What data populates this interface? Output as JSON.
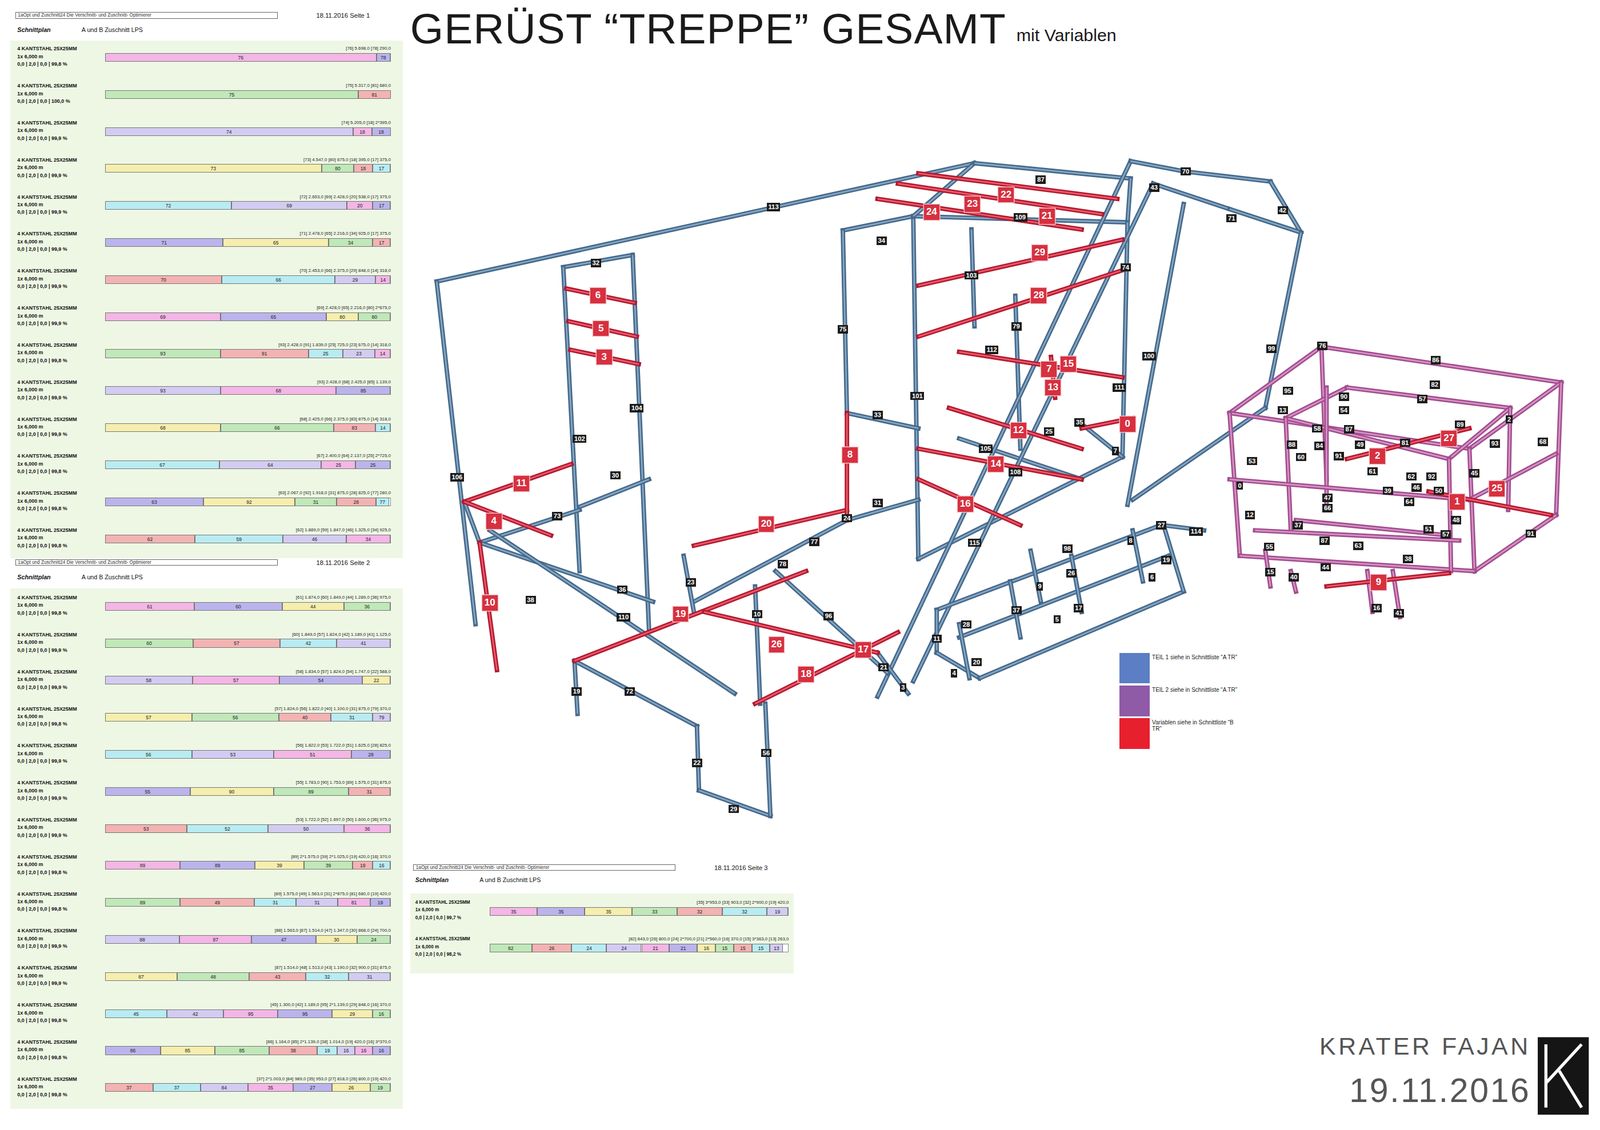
{
  "diagram": {
    "title": "GERÜST “TREPPE” GESAMT",
    "labels": [
      "mit Variablen",
      "1aOpt und Zuschnitt24 Die Verschnitt- und Zuschnitt- Optimierer",
      "18.11.2016 Seite 1",
      "Schnittplan",
      "A und B Zuschnitt LPS",
      "4 KANTSTAHL 25X25MM",
      "1x 6,000 m",
      "0,0 | 2,0 | 0,0 | 99,8 %",
      "[76] 5.698,0 [78] 290,0",
      "76",
      "78",
      "4 KANTSTAHL 25X25MM",
      "1x 6,000 m",
      "0,0 | 2,0 | 0,0 | 100,0 %",
      "[75] 5.317,0 [81] 680,0",
      "75",
      "81",
      "4 KANTSTAHL 25X25MM",
      "1x 6,000 m",
      "0,0 | 2,0 | 0,0 | 99,9 %",
      "[74] 5.205,0 [18] 2*395,0",
      "74",
      "18",
      "18",
      "4 KANTSTAHL 25X25MM",
      "2x 6,000 m",
      "0,0 | 2,0 | 0,0 | 99,9 %",
      "[73] 4.547,0 [80] 675,0 [18] 395,0 [17] 375,0",
      "73",
      "80",
      "18",
      "17",
      "4 KANTSTAHL 25X25MM",
      "1x 6,000 m",
      "0,0 | 2,0 | 0,0 | 99,9 %",
      "[72] 2.653,0 [69] 2.428,0 [20] 538,0 [17] 375,0",
      "72",
      "69",
      "20",
      "17",
      "4 KANTSTAHL 25X25MM",
      "1x 6,000 m",
      "0,0 | 2,0 | 0,0 | 99,9 %",
      "[71] 2.478,0 [65] 2.216,0 [34] 925,0 [17] 375,0",
      "71",
      "65",
      "34",
      "17",
      "4 KANTSTAHL 25X25MM",
      "1x 6,000 m",
      "0,0 | 2,0 | 0,0 | 99,9 %",
      "[70] 2.453,0 [66] 2.375,0 [29] 848,0 [14] 318,0",
      "70",
      "66",
      "29",
      "14",
      "4 KANTSTAHL 25X25MM",
      "1x 6,000 m",
      "0,0 | 2,0 | 0,0 | 99,9 %",
      "[69] 2.428,0 [65] 2.216,0 [80] 2*675,0",
      "69",
      "65",
      "80",
      "80",
      "4 KANTSTAHL 25X25MM",
      "1x 6,000 m",
      "0,0 | 2,0 | 0,0 | 99,8 %",
      "[93] 2.428,0 [91] 1.839,0 [25] 725,0 [23] 675,0 [14] 318,0",
      "93",
      "91",
      "25",
      "23",
      "14",
      "4 KANTSTAHL 25X25MM",
      "1x 6,000 m",
      "0,0 | 2,0 | 0,0 | 99,9 %",
      "[93] 2.428,0 [68] 2.425,0 [85] 1.139,0",
      "93",
      "68",
      "85",
      "4 KANTSTAHL 25X25MM",
      "1x 6,000 m",
      "0,0 | 2,0 | 0,0 | 99,9 %",
      "[68] 2.425,0 [66] 2.375,0 [83] 875,0 [14] 318,0",
      "68",
      "66",
      "83",
      "14",
      "4 KANTSTAHL 25X25MM",
      "1x 6,000 m",
      "0,0 | 2,0 | 0,0 | 99,8 %",
      "[67] 2.400,0 [64] 2.137,0 [25] 2*725,0",
      "67",
      "64",
      "25",
      "25",
      "4 KANTSTAHL 25X25MM",
      "1x 6,000 m",
      "0,0 | 2,0 | 0,0 | 99,8 %",
      "[63] 2.067,0 [92] 1.918,0 [31] 875,0 [28] 825,0 [77] 280,0",
      "63",
      "92",
      "31",
      "28",
      "77",
      "4 KANTSTAHL 25X25MM",
      "1x 6,000 m",
      "0,0 | 2,0 | 0,0 | 99,8 %",
      "[62] 1.889,0 [59] 1.847,0 [46] 1.325,0 [34] 925,0",
      "62",
      "59",
      "46",
      "34",
      "1aOpt und Zuschnitt24 Die Verschnitt- und Zuschnitt- Optimierer",
      "18.11.2016 Seite 2",
      "Schnittplan",
      "A und B Zuschnitt LPS",
      "4 KANTSTAHL 25X25MM",
      "1x 6,000 m",
      "0,0 | 2,0 | 0,0 | 99,8 %",
      "[61] 1.874,0 [60] 1.849,0 [44] 1.289,0 [36] 975,0",
      "61",
      "60",
      "44",
      "36",
      "4 KANTSTAHL 25X25MM",
      "1x 6,000 m",
      "0,0 | 2,0 | 0,0 | 99,9 %",
      "[60] 1.849,0 [57] 1.824,0 [42] 1.189,0 [41] 1.125,0",
      "60",
      "57",
      "42",
      "41",
      "4 KANTSTAHL 25X25MM",
      "1x 6,000 m",
      "0,0 | 2,0 | 0,0 | 99,9 %",
      "[58] 1.834,0 [57] 1.824,0 [54] 1.747,0 [22] 588,0",
      "58",
      "57",
      "54",
      "22",
      "4 KANTSTAHL 25X25MM",
      "1x 6,000 m",
      "0,0 | 2,0 | 0,0 | 99,8 %",
      "[57] 1.824,0 [56] 1.822,0 [40] 1.100,0 [31] 875,0 [79] 370,0",
      "57",
      "56",
      "40",
      "31",
      "79",
      "4 KANTSTAHL 25X25MM",
      "1x 6,000 m",
      "0,0 | 2,0 | 0,0 | 99,9 %",
      "[56] 1.822,0 [53] 1.722,0 [51] 1.625,0 [28] 825,0",
      "56",
      "53",
      "51",
      "28",
      "4 KANTSTAHL 25X25MM",
      "1x 6,000 m",
      "0,0 | 2,0 | 0,0 | 99,9 %",
      "[55] 1.783,0 [90] 1.753,0 [89] 1.575,0 [31] 875,0",
      "55",
      "90",
      "89",
      "31",
      "4 KANTSTAHL 25X25MM",
      "1x 6,000 m",
      "0,0 | 2,0 | 0,0 | 99,9 %",
      "[53] 1.722,0 [52] 1.697,0 [50] 1.600,0 [36] 975,0",
      "53",
      "52",
      "50",
      "36",
      "4 KANTSTAHL 25X25MM",
      "1x 6,000 m",
      "0,0 | 2,0 | 0,0 | 99,8 %",
      "[89] 2*1.575,0 [39] 2*1.025,0 [19] 420,0 [16] 370,0",
      "89",
      "89",
      "39",
      "39",
      "19",
      "16",
      "4 KANTSTAHL 25X25MM",
      "1x 6,000 m",
      "0,0 | 2,0 | 0,0 | 99,8 %",
      "[89] 1.575,0 [49] 1.563,0 [31] 2*875,0 [81] 680,0 [19] 420,0",
      "89",
      "49",
      "31",
      "31",
      "81",
      "19",
      "4 KANTSTAHL 25X25MM",
      "1x 6,000 m",
      "0,0 | 2,0 | 0,0 | 99,9 %",
      "[88] 1.563,0 [87] 1.514,0 [47] 1.347,0 [30] 868,0 [24] 700,0",
      "88",
      "87",
      "47",
      "30",
      "24",
      "4 KANTSTAHL 25X25MM",
      "1x 6,000 m",
      "0,0 | 2,0 | 0,0 | 99,9 %",
      "[87] 1.514,0 [48] 1.513,0 [43] 1.190,0 [32] 900,0 [31] 875,0",
      "87",
      "48",
      "43",
      "32",
      "31",
      "4 KANTSTAHL 25X25MM",
      "1x 6,000 m",
      "0,0 | 2,0 | 0,0 | 99,8 %",
      "[45] 1.300,0 [42] 1.189,0 [95] 2*1.139,0 [29] 848,0 [16] 370,0",
      "45",
      "42",
      "95",
      "95",
      "29",
      "16",
      "4 KANTSTAHL 25X25MM",
      "1x 6,000 m",
      "0,0 | 2,0 | 0,0 | 99,8 %",
      "[86] 1.164,0 [85] 2*1.139,0 [38] 1.014,0 [19] 420,0 [16] 3*370,0",
      "86",
      "85",
      "85",
      "38",
      "19",
      "16",
      "16",
      "16",
      "4 KANTSTAHL 25X25MM",
      "1x 6,000 m",
      "0,0 | 2,0 | 0,0 | 99,8 %",
      "[37] 2*1.003,0 [84] 989,0 [35] 953,0 [27] 818,0 [26] 800,0 [19] 420,0",
      "37",
      "37",
      "84",
      "35",
      "27",
      "26",
      "19",
      "1aOpt und Zuschnitt24 Die Verschnitt- und Zuschnitt- Optimierer",
      "18.11.2016 Seite 3",
      "Schnittplan",
      "A und B Zuschnitt LPS",
      "4 KANTSTAHL 25X25MM",
      "1x 6,000 m",
      "0,0 | 2,0 | 0,0 | 99,7 %",
      "[35] 3*953,0 [33] 903,0 [32] 2*900,0 [19] 420,0",
      "35",
      "35",
      "35",
      "33",
      "32",
      "32",
      "19",
      "4 KANTSTAHL 25X25MM",
      "1x 6,000 m",
      "0,0 | 2,0 | 0,0 | 98,2 %",
      "[82] 843,0 [26] 800,0 [24] 2*700,0 [21] 2*560,0 [16] 370,0 [15] 3*363,0 [13] 263,0",
      "82",
      "26",
      "24",
      "24",
      "21",
      "21",
      "16",
      "15",
      "15",
      "15",
      "13",
      "113",
      "87",
      "70",
      "43",
      "71",
      "42",
      "109",
      "34",
      "103",
      "74",
      "75",
      "79",
      "112",
      "111",
      "100",
      "99",
      "101",
      "33",
      "35",
      "25",
      "7",
      "105",
      "108",
      "32",
      "104",
      "102",
      "106",
      "30",
      "73",
      "38",
      "36",
      "110",
      "24",
      "31",
      "115",
      "77",
      "78",
      "23",
      "10",
      "96",
      "21",
      "3",
      "19",
      "72",
      "22",
      "56",
      "29",
      "114",
      "27",
      "8",
      "98",
      "19",
      "26",
      "6",
      "9",
      "37",
      "17",
      "5",
      "28",
      "11",
      "20",
      "4",
      "76",
      "86",
      "82",
      "95",
      "90",
      "57",
      "13",
      "54",
      "58",
      "87",
      "89",
      "2",
      "68",
      "88",
      "84",
      "49",
      "81",
      "93",
      "60",
      "91",
      "53",
      "61",
      "45",
      "62",
      "92",
      "50",
      "46",
      "39",
      "0",
      "64",
      "47",
      "66",
      "12",
      "37",
      "48",
      "51",
      "57",
      "91",
      "87",
      "63",
      "55",
      "38",
      "44",
      "15",
      "40",
      "16",
      "41",
      "24",
      "23",
      "22",
      "21",
      "29",
      "28",
      "6",
      "5",
      "3",
      "15",
      "7",
      "13",
      "12",
      "14",
      "0",
      "16",
      "11",
      "4",
      "20",
      "8",
      "10",
      "19",
      "26",
      "17",
      "18",
      "27",
      "2",
      "1",
      "25",
      "9",
      "KRATER FAJAN",
      "19.11.2016"
    ],
    "legend": [
      {
        "text": "TEIL 1 siehe in Schnittliste “A TR”",
        "color": "#5b7ec4"
      },
      {
        "text": "TEIL 2 siehe in Schnittliste “A TR”",
        "color": "#8f5aa6"
      },
      {
        "text": "Variablen siehe in Schnittliste “B TR”",
        "color": "#e8202e"
      }
    ]
  }
}
